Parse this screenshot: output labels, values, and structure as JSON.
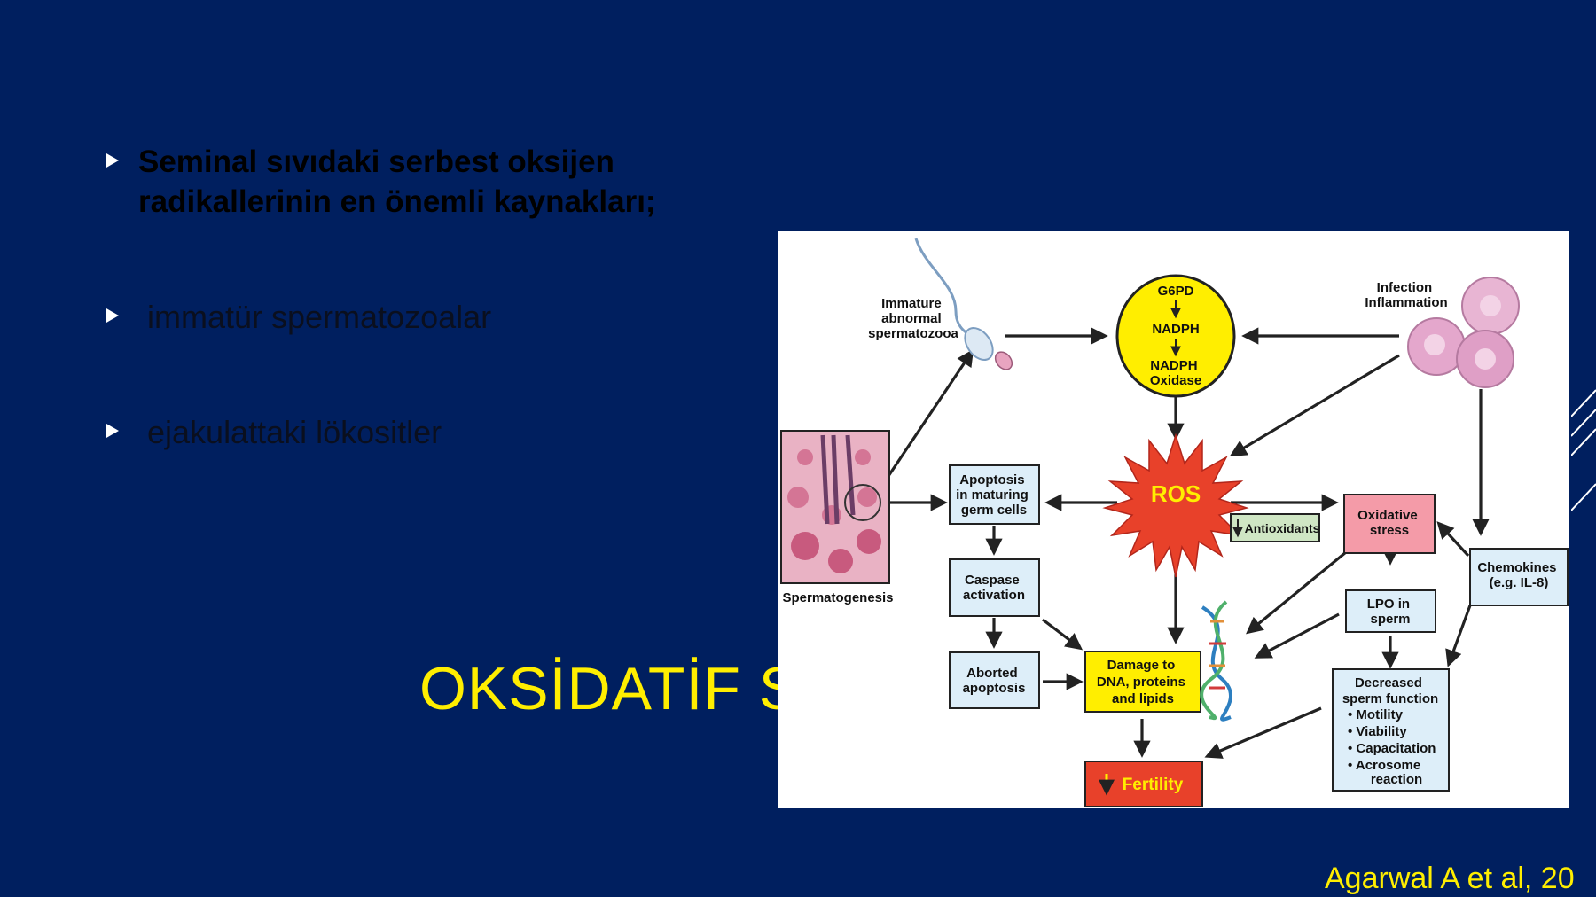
{
  "bullets": {
    "heading": {
      "line1": "Seminal sıvıdaki serbest oksijen",
      "line2": "radikallerinin en önemli kaynakları;"
    },
    "item1": "immatür spermatozoalar",
    "item2": "ejakulattaki lökositler"
  },
  "slide_title": "OKSİDATİF ST",
  "citation": "Agarwal A et al, 20",
  "diagram": {
    "immature": [
      "Immature",
      "abnormal",
      "spermatozooa"
    ],
    "g6pd": "G6PD",
    "nadph": "NADPH",
    "nadph_ox": [
      "NADPH",
      "Oxidase"
    ],
    "infection": [
      "Infection",
      "Inflammation"
    ],
    "ros": "ROS",
    "antioxidants": "Antioxidants",
    "apoptosis": [
      "Apoptosis",
      "in maturing",
      "germ cells"
    ],
    "caspase": [
      "Caspase",
      "activation"
    ],
    "aborted": [
      "Aborted",
      "apoptosis"
    ],
    "damage": [
      "Damage to",
      "DNA, proteins",
      "and lipids"
    ],
    "oxidative": [
      "Oxidative",
      "stress"
    ],
    "lpo": [
      "LPO in",
      "sperm"
    ],
    "chemokines": [
      "Chemokines",
      "(e.g. IL-8)"
    ],
    "decreased": [
      "Decreased",
      "sperm function",
      "• Motility",
      "• Viability",
      "• Capacitation",
      "• Acrosome",
      "reaction"
    ],
    "fertility": "Fertility",
    "spermatogenesis": "Spermatogenesis"
  },
  "colors": {
    "background": "#001f5f",
    "title": "#ffee00",
    "ros": "#e8412a",
    "yellow": "#ffee00",
    "box": "#ddeef9",
    "pink": "#f49ba8",
    "green": "#cfe6c4"
  }
}
